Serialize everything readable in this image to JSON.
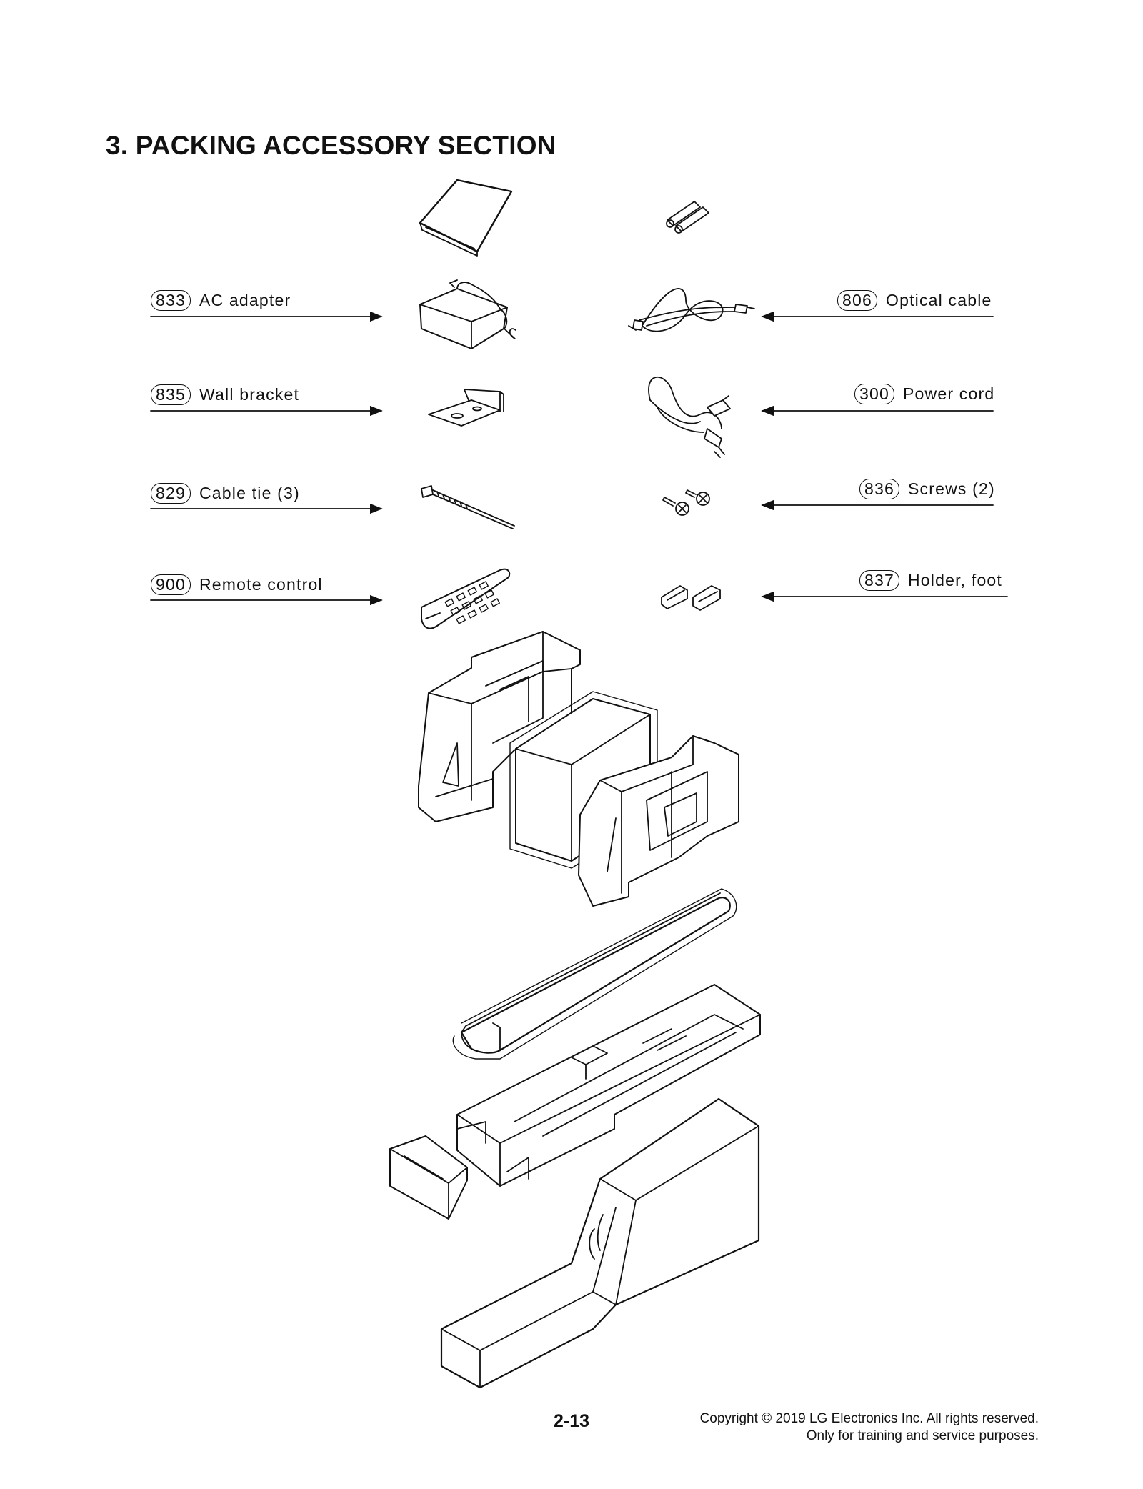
{
  "title": "3. PACKING ACCESSORY SECTION",
  "callouts_left": [
    {
      "num": "833",
      "label": "AC adapter"
    },
    {
      "num": "835",
      "label": "Wall bracket"
    },
    {
      "num": "829",
      "label": "Cable tie (3)"
    },
    {
      "num": "900",
      "label": "Remote control"
    }
  ],
  "callouts_right": [
    {
      "num": "806",
      "label": "Optical cable"
    },
    {
      "num": "300",
      "label": "Power cord"
    },
    {
      "num": "836",
      "label": "Screws (2)"
    },
    {
      "num": "837",
      "label": "Holder, foot"
    }
  ],
  "footer": {
    "page_number": "2-13",
    "copyright_line1": "Copyright © 2019 LG Electronics Inc. All rights reserved.",
    "copyright_line2": "Only for training and service purposes."
  }
}
